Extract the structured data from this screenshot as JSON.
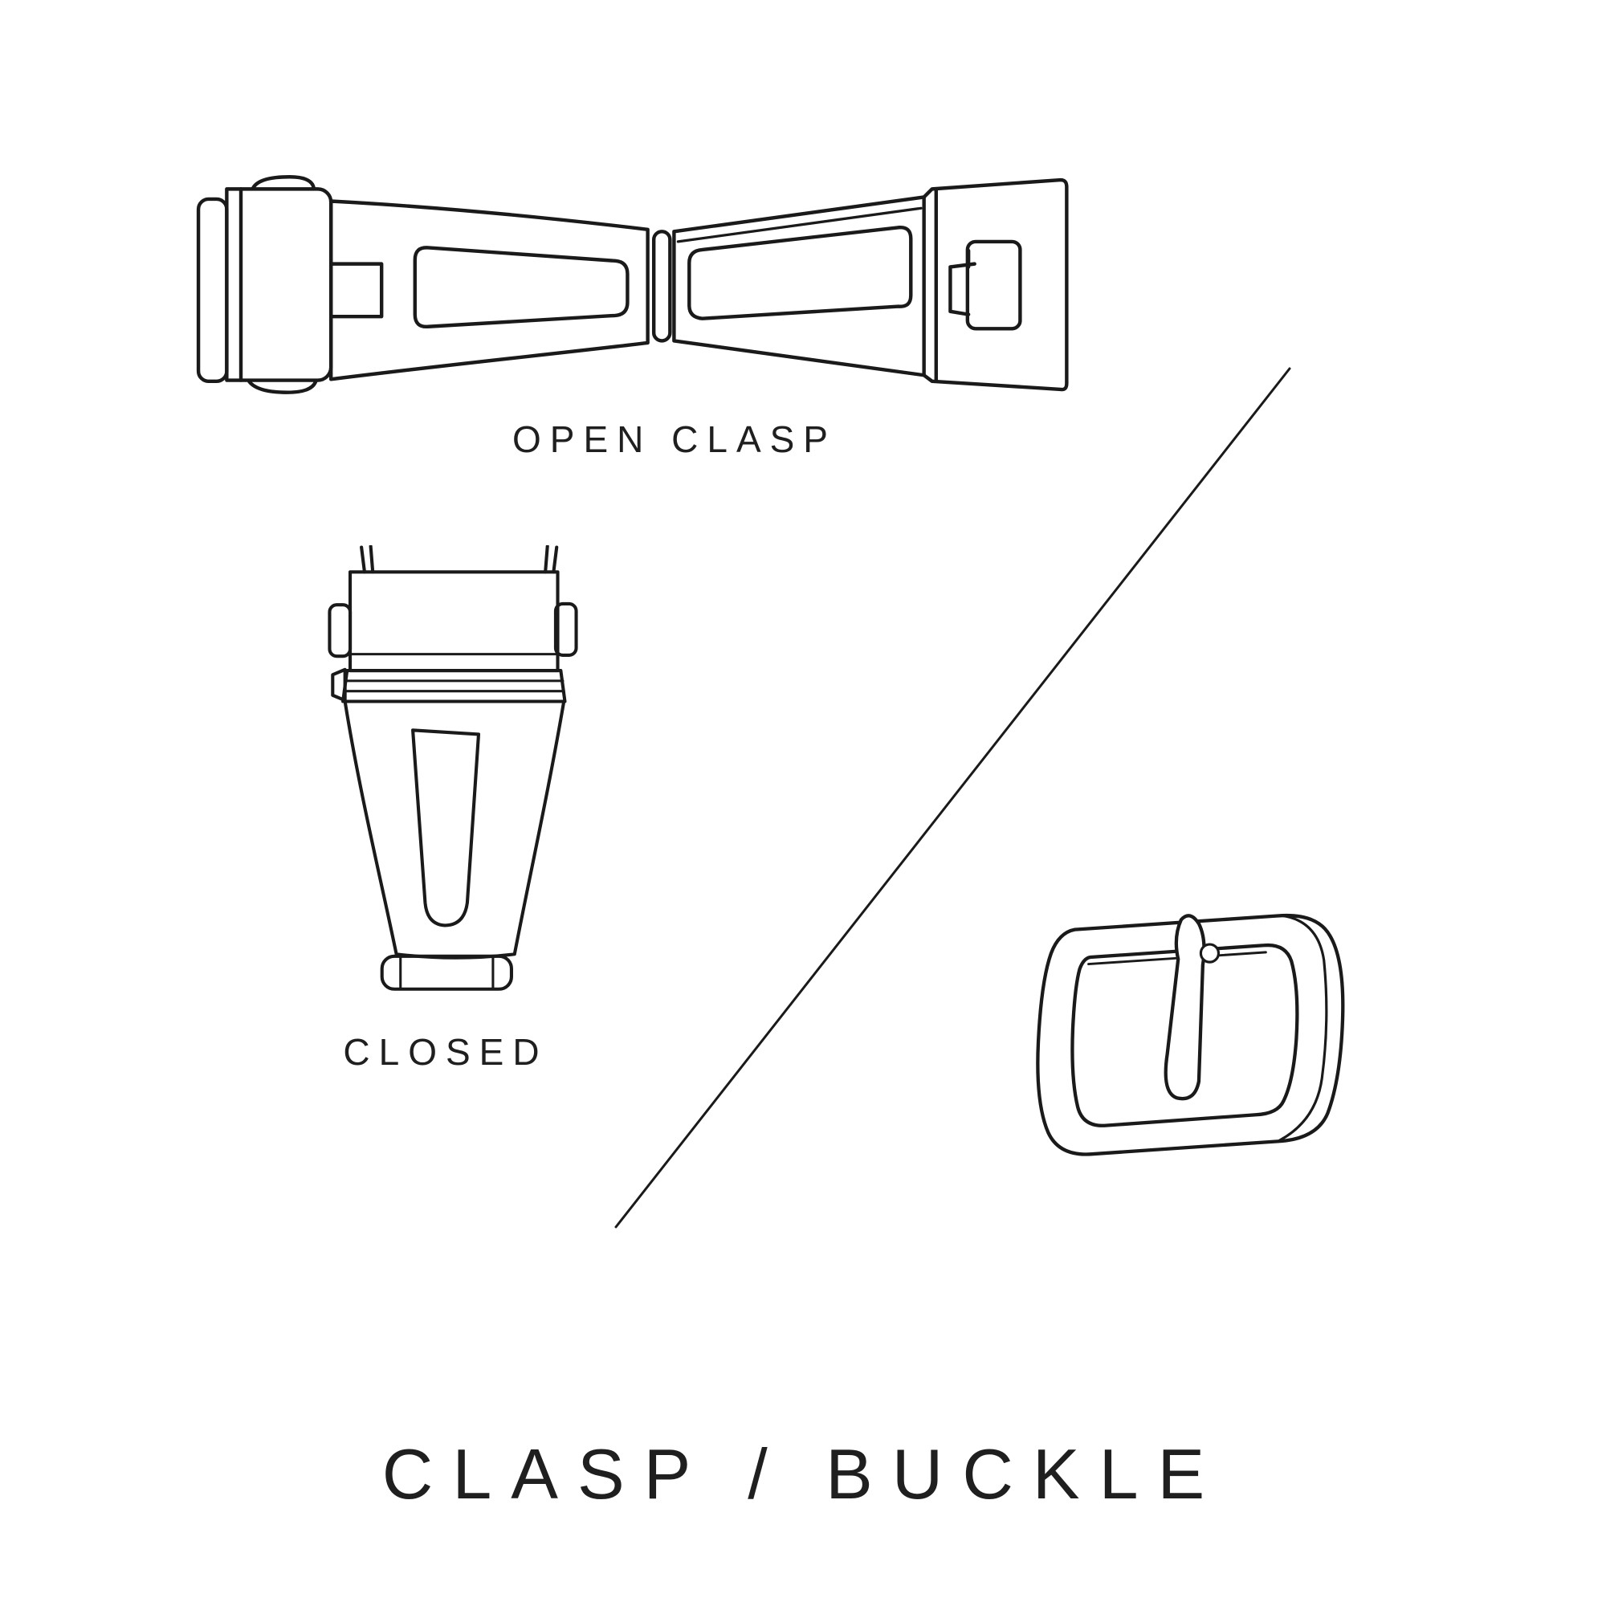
{
  "diagram": {
    "title": "CLASP / BUCKLE",
    "open_clasp_label": "OPEN CLASP",
    "closed_label": "CLOSED",
    "colors": {
      "background": "#ffffff",
      "line": "#1a1a1a",
      "text": "#1f1f1f"
    },
    "illustrations": [
      "open-clasp-top-view",
      "closed-clasp-front-view",
      "tang-buckle-perspective"
    ]
  }
}
